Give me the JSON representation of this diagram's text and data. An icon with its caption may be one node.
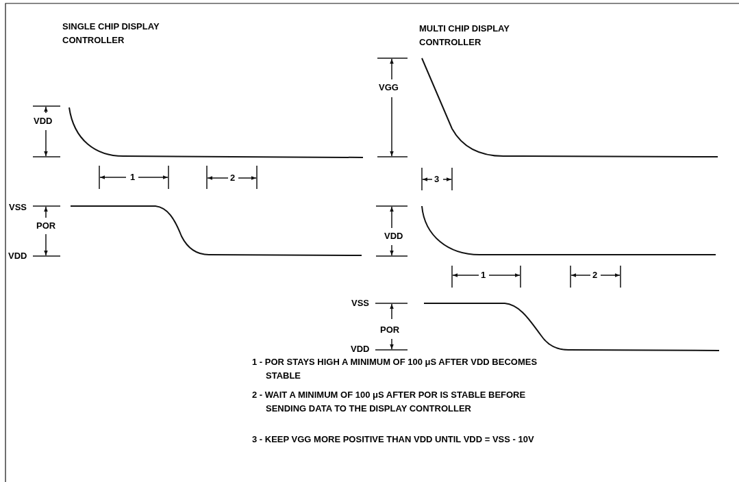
{
  "diagram": {
    "labels": [
      "SINGLE CHIP DISPLAY CONTROLLER",
      "MULTI CHIP DISPLAY CONTROLLER",
      "VGG",
      "VDD",
      "1",
      "2",
      "3",
      "VSS",
      "POR",
      "VDD",
      "VDD",
      "1",
      "2",
      "VSS",
      "POR",
      "VDD",
      "1 - POR STAYS HIGH A MINIMUM OF 100 μS AFTER VDD BECOMES STABLE",
      "2 - WAIT A MINIMUM OF 100 μS AFTER POR IS STABLE BEFORE SENDING DATA TO THE DISPLAY CONTROLLER",
      "3 - KEEP VGG MORE POSITIVE THAN VDD UNTIL VDD = VSS - 10V"
    ]
  }
}
